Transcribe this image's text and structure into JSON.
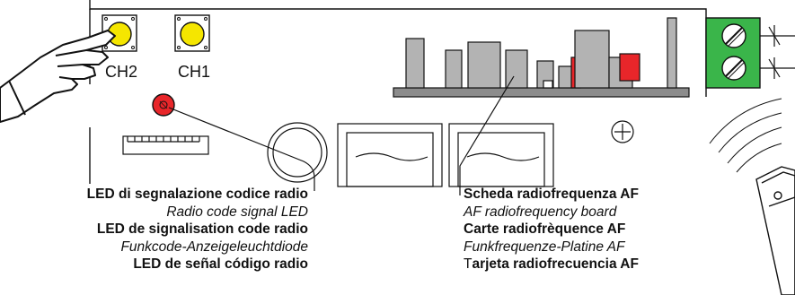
{
  "buttons": {
    "ch2_label": "CH2",
    "ch1_label": "CH1"
  },
  "left_caption": {
    "line1": "LED di segnalazione codice radio",
    "line2": "Radio code signal LED",
    "line3": "LED de signalisation code radio",
    "line4": "Funkcode-Anzeigeleuchtdiode",
    "line5": "LED de señal código radio"
  },
  "right_caption": {
    "line1": "Scheda radiofrequenza AF",
    "line2": "AF radiofrequency board",
    "line3": "Carte radiofrèquence AF",
    "line4": "Funkfrequenze-Platine AF",
    "line5_first": "T",
    "line5_rest": "arjeta radiofrecuencia AF"
  },
  "colors": {
    "button_fill": "#f5e600",
    "led_fill": "#e8262a",
    "terminal_fill": "#3ab54a",
    "relay_red": "#e8262a",
    "component_gray": "#b3b3b3"
  }
}
